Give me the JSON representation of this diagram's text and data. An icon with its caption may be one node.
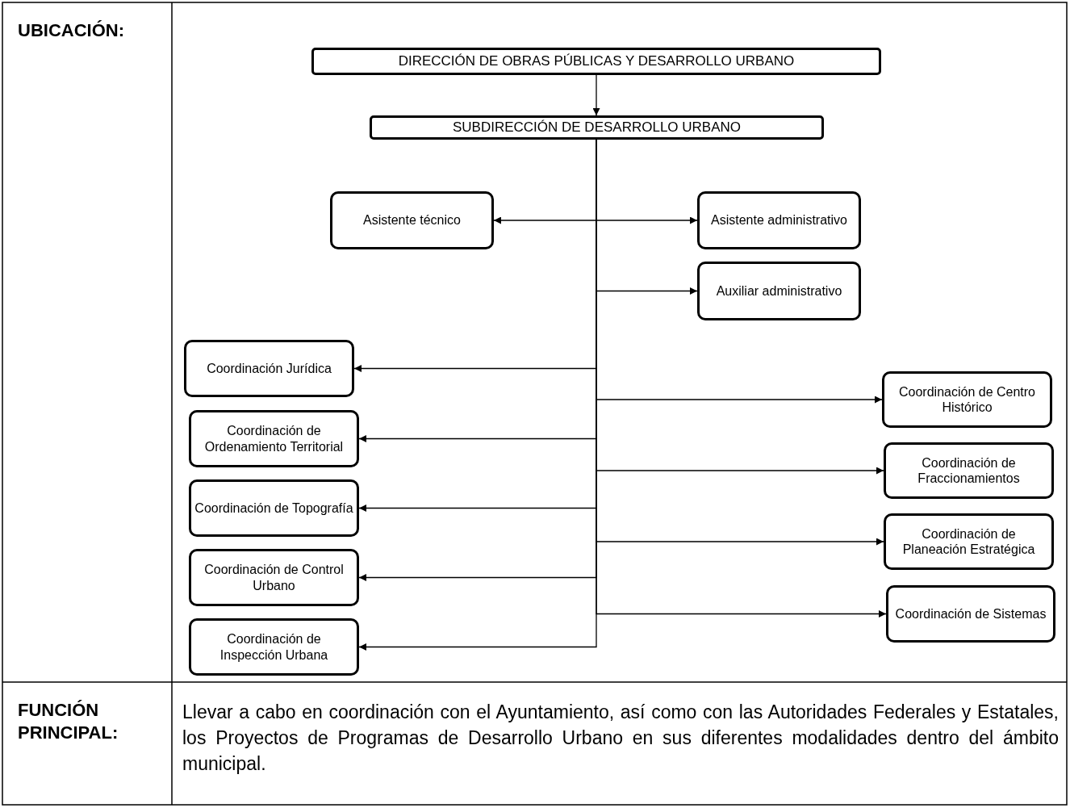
{
  "diagram": {
    "nodes": [
      {
        "text": [
          "DIRECCIÓN DE OBRAS PÚBLICAS Y DESARROLLO URBANO"
        ]
      },
      {
        "text": [
          "SUBDIRECCIÓN DE DESARROLLO URBANO"
        ]
      },
      {
        "text": [
          "Asistente técnico"
        ]
      },
      {
        "text": [
          "Asistente administrativo"
        ]
      },
      {
        "text": [
          "Auxiliar administrativo"
        ]
      },
      {
        "text": [
          "Coordinación Jurídica"
        ]
      },
      {
        "text": [
          "Coordinación de Ordenamiento Territorial"
        ]
      },
      {
        "text": [
          "Coordinación de Topografía"
        ]
      },
      {
        "text": [
          "Coordinación de Control Urbano"
        ]
      },
      {
        "text": [
          "Coordinación de Inspección Urbana"
        ]
      },
      {
        "text": [
          "Coordinación de Centro Histórico"
        ]
      },
      {
        "text": [
          "Coordinación de Fraccionamientos"
        ]
      },
      {
        "text": [
          "Coordinación de Planeación Estratégica"
        ]
      },
      {
        "text": [
          "Coordinación de Sistemas"
        ]
      }
    ],
    "edges": [
      {
        "from": 0,
        "to": 1,
        "arrow": "to"
      },
      {
        "from": 1,
        "to": 2,
        "arrow": "to"
      },
      {
        "from": 1,
        "to": 3,
        "arrow": "to"
      },
      {
        "from": 1,
        "to": 4,
        "arrow": "to"
      },
      {
        "from": 1,
        "to": 5,
        "arrow": "to"
      },
      {
        "from": 1,
        "to": 10,
        "arrow": "to"
      },
      {
        "from": 1,
        "to": 6,
        "arrow": "to"
      },
      {
        "from": 1,
        "to": 11,
        "arrow": "to"
      },
      {
        "from": 1,
        "to": 7,
        "arrow": "to"
      },
      {
        "from": 1,
        "to": 12,
        "arrow": "to"
      },
      {
        "from": 1,
        "to": 8,
        "arrow": "to"
      },
      {
        "from": 1,
        "to": 13,
        "arrow": "to"
      },
      {
        "from": 1,
        "to": 9,
        "arrow": "to"
      }
    ],
    "labels": [
      "UBICACIÓN:",
      "FUNCIÓN PRINCIPAL:",
      "Llevar a cabo en coordinación con el Ayuntamiento, así como con las Autoridades Federales y Estatales, los Proyectos de Programas de Desarrollo Urbano en sus diferentes modalidades dentro del ámbito municipal."
    ]
  }
}
